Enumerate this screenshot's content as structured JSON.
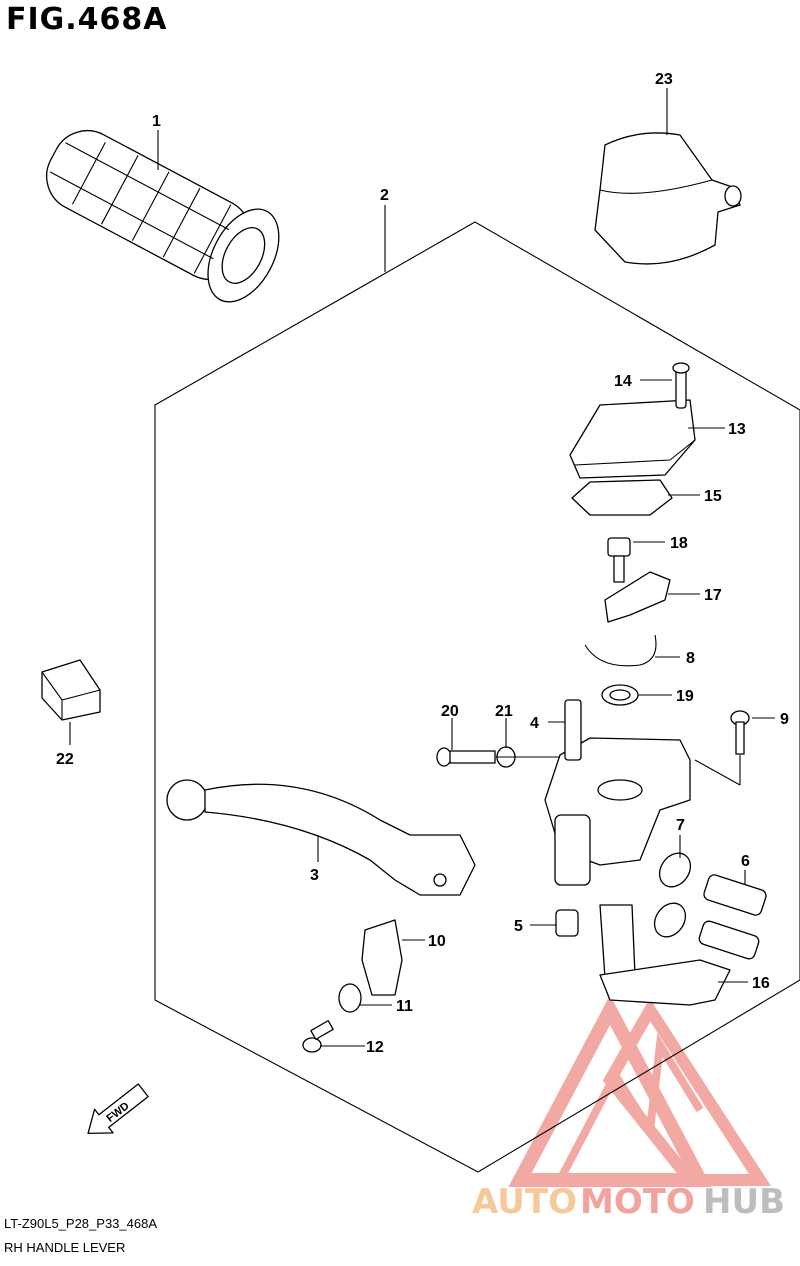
{
  "figure": {
    "title": "FIG.468A",
    "code": "LT-Z90L5_P28_P33_468A",
    "name": "RH HANDLE LEVER"
  },
  "fwd_label": "FWD",
  "watermark": {
    "part1": "AUTO",
    "part2": "MOTO",
    "part3": "HUB",
    "color1": "#f5c99a",
    "color2": "#f1a39e",
    "color3": "#bdbdbd"
  },
  "callouts": [
    "1",
    "2",
    "3",
    "4",
    "5",
    "6",
    "7",
    "8",
    "9",
    "10",
    "11",
    "12",
    "13",
    "14",
    "15",
    "16",
    "17",
    "18",
    "19",
    "20",
    "21",
    "22",
    "23"
  ]
}
